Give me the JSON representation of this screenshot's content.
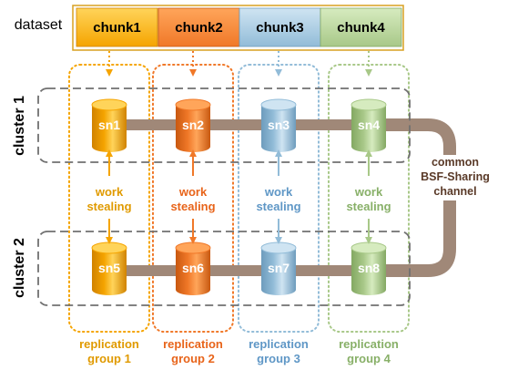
{
  "dataset_label": "dataset",
  "clusters": [
    {
      "label": "cluster 1"
    },
    {
      "label": "cluster 2"
    }
  ],
  "channel": {
    "lines": [
      "common",
      "BSF-Sharing",
      "channel"
    ],
    "color": "#a08878"
  },
  "groups": [
    {
      "chunk": "chunk1",
      "top_node": "sn1",
      "bottom_node": "sn5",
      "ws_lines": [
        "work",
        "stealing"
      ],
      "rg_lines": [
        "replication",
        "group 1"
      ],
      "colors": {
        "main": "#f5a400",
        "light": "#ffd45a",
        "dark": "#d08200",
        "text": "#e09a00"
      }
    },
    {
      "chunk": "chunk2",
      "top_node": "sn2",
      "bottom_node": "sn6",
      "ws_lines": [
        "work",
        "stealing"
      ],
      "rg_lines": [
        "replication",
        "group 2"
      ],
      "colors": {
        "main": "#f07828",
        "light": "#ffa55a",
        "dark": "#c85810",
        "text": "#e8641a"
      }
    },
    {
      "chunk": "chunk3",
      "top_node": "sn3",
      "bottom_node": "sn7",
      "ws_lines": [
        "work",
        "stealing"
      ],
      "rg_lines": [
        "replication",
        "group 3"
      ],
      "colors": {
        "main": "#92bcd8",
        "light": "#cfe4f2",
        "dark": "#6d9cbd",
        "text": "#5f97c6"
      }
    },
    {
      "chunk": "chunk4",
      "top_node": "sn4",
      "bottom_node": "sn8",
      "ws_lines": [
        "work",
        "stealing"
      ],
      "rg_lines": [
        "replication",
        "group 4"
      ],
      "colors": {
        "main": "#a8c888",
        "light": "#d6ebbf",
        "dark": "#83a862",
        "text": "#88b068"
      }
    }
  ]
}
